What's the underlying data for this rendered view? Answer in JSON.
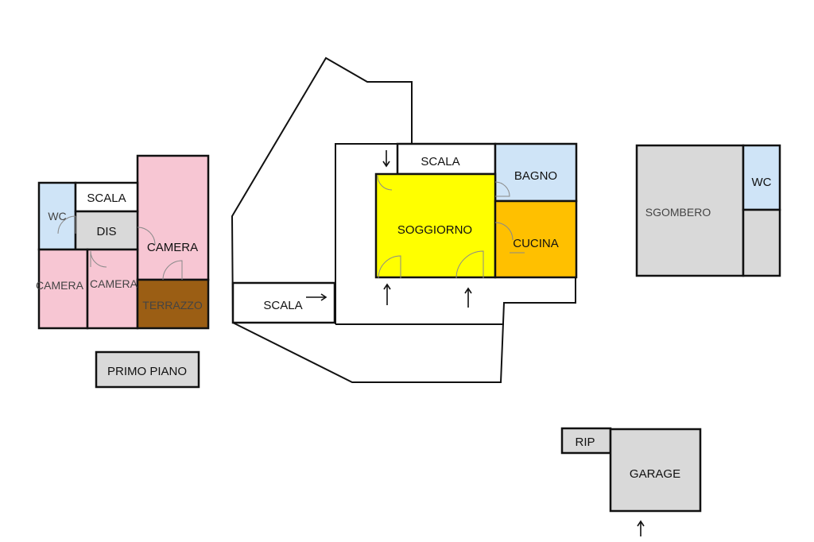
{
  "colors": {
    "pink": "#f7c6d3",
    "light_blue": "#cfe4f7",
    "gray": "#d9d9d9",
    "brown": "#9b5e14",
    "yellow": "#ffff00",
    "orange": "#ffc000",
    "white": "#ffffff",
    "wall": "#111111"
  },
  "primo_piano": {
    "caption": "PRIMO PIANO",
    "wc": "WC",
    "scala": "SCALA",
    "dis": "DIS",
    "camera_large": "CAMERA",
    "camera_left": "CAMERA",
    "camera_mid": "CAMERA",
    "terrazzo": "TERRAZZO"
  },
  "piano_terra": {
    "scala_top": "SCALA",
    "scala_left": "SCALA",
    "bagno": "BAGNO",
    "soggiorno": "SOGGIORNO",
    "cucina": "CUCINA"
  },
  "sgombero": {
    "sgombero": "SGOMBERO",
    "wc": "WC"
  },
  "garage_block": {
    "rip": "RIP",
    "garage": "GARAGE"
  }
}
